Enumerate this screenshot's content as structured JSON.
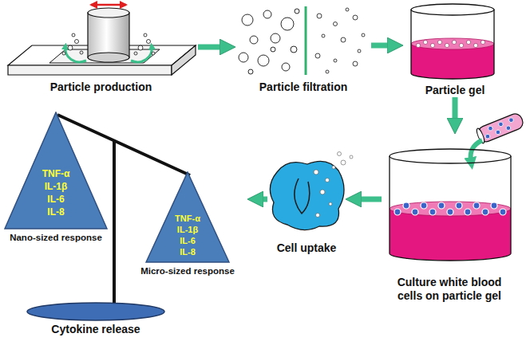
{
  "diagram": {
    "nodes": [
      {
        "text": [
          "Particle production"
        ]
      },
      {
        "text": [
          "Particle filtration"
        ]
      },
      {
        "text": [
          "Particle gel"
        ]
      },
      {
        "text": [
          "Culture white blood cells on particle gel"
        ]
      },
      {
        "text": [
          "Cell uptake"
        ]
      },
      {
        "text": [
          "TNF-α",
          "IL-1β",
          "IL-6",
          "IL-8",
          "Micro-sized response"
        ]
      },
      {
        "text": [
          "TNF-α",
          "IL-1β",
          "IL-6",
          "IL-8",
          "Nano-sized response"
        ]
      }
    ],
    "edges": [
      {
        "from": 0,
        "to": 1,
        "arrow": "to"
      },
      {
        "from": 1,
        "to": 2,
        "arrow": "to"
      },
      {
        "from": 2,
        "to": 3,
        "arrow": "to"
      },
      {
        "from": 3,
        "to": 4,
        "arrow": "to"
      },
      {
        "from": 4,
        "to": 5,
        "arrow": "to"
      }
    ],
    "labels": [
      "Cytokine release"
    ]
  }
}
